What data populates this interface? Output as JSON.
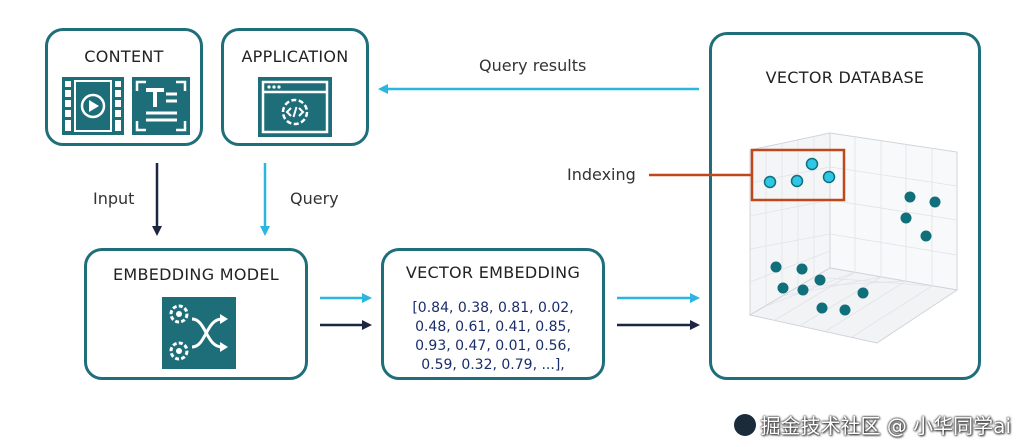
{
  "content": {
    "title": "CONTENT"
  },
  "application": {
    "title": "APPLICATION"
  },
  "embedding_model": {
    "title": "EMBEDDING MODEL"
  },
  "vector_embedding": {
    "title": "VECTOR EMBEDDING",
    "values": "[0.84, 0.38, 0.81, 0.02,\n0.48, 0.61, 0.41, 0.85,\n0.93, 0.47, 0.01, 0.56,\n0.59, 0.32, 0.79, ...],"
  },
  "vector_database": {
    "title": "VECTOR DATABASE"
  },
  "edges": {
    "input": "Input",
    "query": "Query",
    "query_results": "Query results",
    "indexing": "Indexing"
  },
  "watermark": "掘金技术社区 @ 小华同学ai",
  "colors": {
    "box_border": "#1f6f7a",
    "icon_fill": "#1e6e7a",
    "arrow_dark": "#1c2541",
    "arrow_light": "#29b6e0",
    "indexing_highlight": "#c0461c",
    "point_highlight": "#2ec7e8",
    "point_normal": "#0f6f7b"
  },
  "icons": [
    "video-icon",
    "text-document-icon",
    "code-window-icon",
    "gears-icon"
  ]
}
